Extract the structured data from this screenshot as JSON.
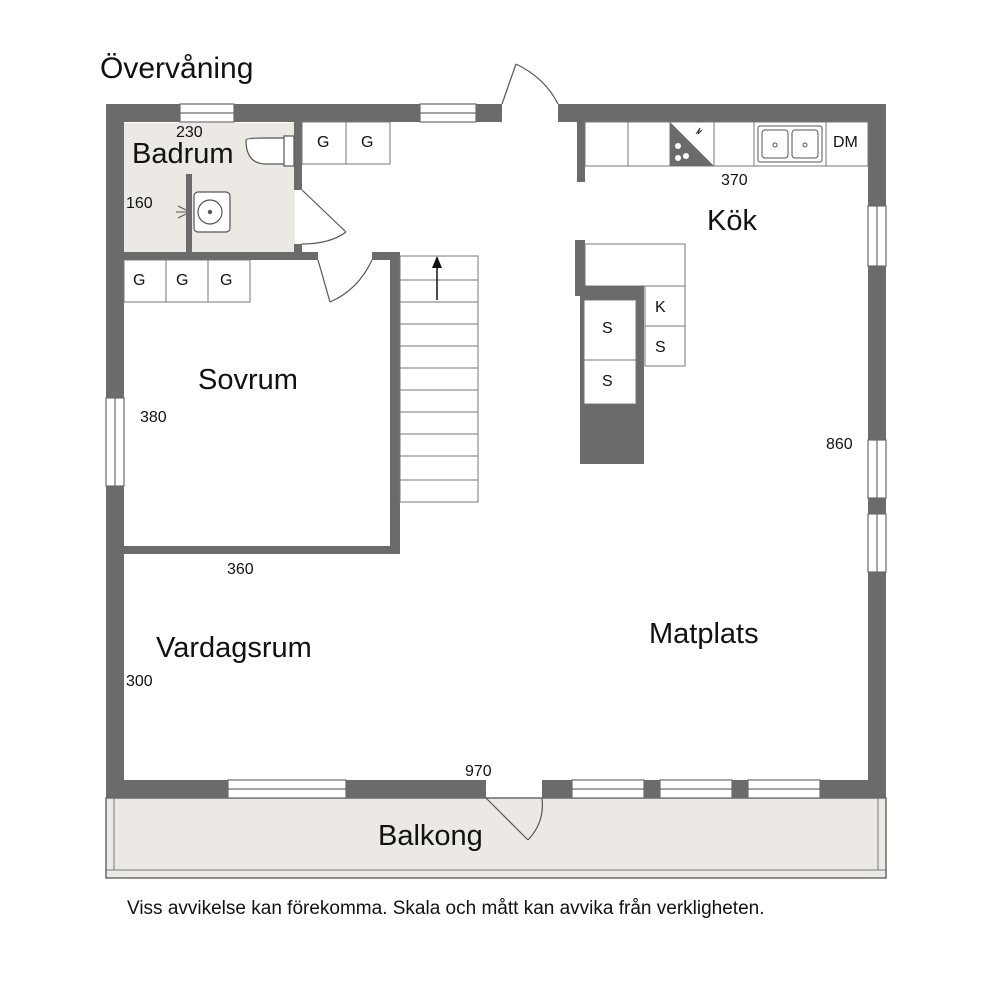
{
  "floor_title": "Övervåning",
  "rooms": {
    "badrum": "Badrum",
    "kok": "Kök",
    "sovrum": "Sovrum",
    "vardagsrum": "Vardagsrum",
    "matplats": "Matplats",
    "balkong": "Balkong"
  },
  "dimensions": {
    "badrum_width": "230",
    "badrum_depth": "160",
    "kok_width": "370",
    "sovrum_depth": "380",
    "sovrum_width": "360",
    "total_depth": "860",
    "vardagsrum_depth": "300",
    "total_width": "970"
  },
  "fixtures": {
    "wardrobe": "G",
    "stove": "S",
    "fridge": "K",
    "dishwasher": "DM"
  },
  "disclaimer": "Viss avvikelse kan förekomma. Skala och mått kan avvika från verkligheten.",
  "colors": {
    "wall": "#6b6b6b",
    "bath_floor": "#ece9e4",
    "balcony_floor": "#ece9e4",
    "counter_dark": "#6b6b6b",
    "line": "#555555"
  }
}
